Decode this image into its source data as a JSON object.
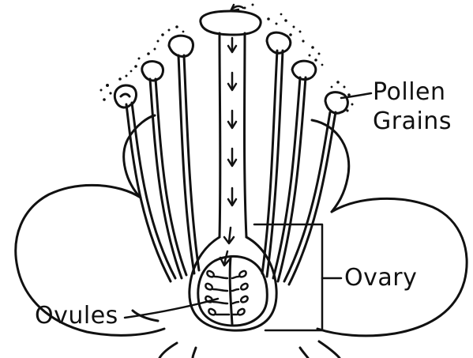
{
  "labels": {
    "pollen_line1": "Pollen",
    "pollen_line2": "Grains",
    "ovary": "Ovary",
    "ovules": "Ovules"
  },
  "colors": {
    "stroke": "#111111",
    "background": "#ffffff"
  }
}
